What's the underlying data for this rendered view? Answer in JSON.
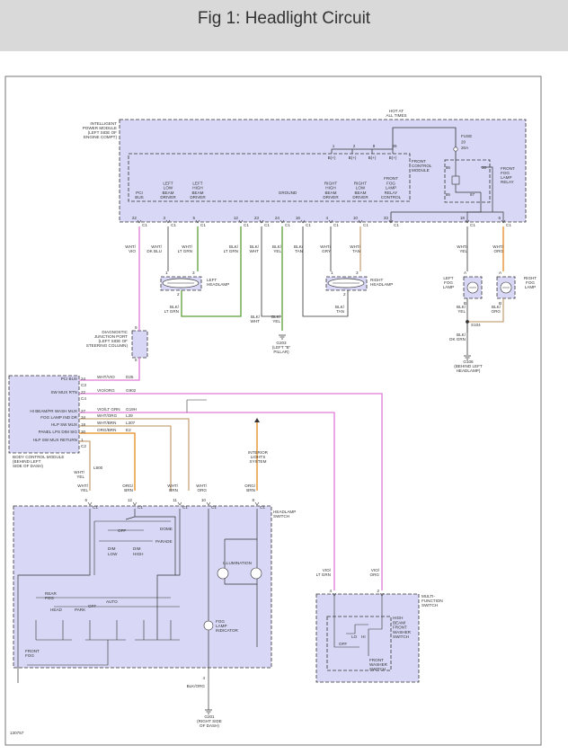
{
  "header": {
    "title": "Fig 1: Headlight Circuit"
  },
  "colors": {
    "header_bg": "#d9d9d9",
    "module_fill": "#d8d8f6",
    "wire_pink": "#e07ad8",
    "wire_green": "#5c9f3a",
    "wire_orange": "#e58a1f",
    "wire_tan": "#c8a37a",
    "wire_black": "#333333"
  },
  "modules": {
    "ipm": [
      "INTELLIGENT",
      "POWER MODULE",
      "(LEFT SIDE OF",
      "ENGINE COMPT)"
    ],
    "hot_at": [
      "HOT AT",
      "ALL TIMES"
    ],
    "front_control": [
      "FRONT",
      "CONTROL",
      "MODULE"
    ],
    "fuse": [
      "FUSE",
      "20",
      "20A"
    ],
    "front_fog_relay": [
      "FRONT",
      "FOG",
      "LAMP",
      "RELAY"
    ],
    "bcm": [
      "BODY CONTROL MODULE",
      "(BEHIND LEFT",
      "SIDE OF DASH)"
    ],
    "headlamp_switch": [
      "HEADLAMP",
      "SWITCH"
    ],
    "multifunction": [
      "MULTI-",
      "FUNCTION",
      "SWITCH"
    ],
    "hbfw": [
      "HIGH",
      "BEAM/",
      "FRONT",
      "WASHER",
      "SWITCH"
    ],
    "front_washer": [
      "FRONT",
      "WASHER",
      "SWITCH"
    ],
    "djp": [
      "DIAGNOSTIC",
      "JUNCTION PORT",
      "(LEFT SIDE OF",
      "STEERING COLUMN)"
    ],
    "interior": [
      "INTERIOR",
      "LIGHTS",
      "SYSTEM"
    ],
    "illumination": "ILLUMINATION",
    "fog_indicator": [
      "FOG",
      "LAMP",
      "INDICATOR"
    ]
  },
  "ipm_drivers": [
    [
      "PCI",
      "BUS"
    ],
    [
      "LEFT",
      "LOW",
      "BEAM",
      "DRIVER"
    ],
    [
      "LEFT",
      "HIGH",
      "BEAM",
      "DRIVER"
    ],
    [
      "GROUND"
    ],
    [
      "RIGHT",
      "HIGH",
      "BEAM",
      "DRIVER"
    ],
    [
      "RIGHT",
      "LOW",
      "BEAM",
      "DRIVER"
    ],
    [
      "FRONT",
      "FOG",
      "LAMP",
      "RELAY",
      "CONTROL"
    ]
  ],
  "b_pins": [
    "1",
    "2",
    "8",
    "26"
  ],
  "b_labels": [
    "B(+)",
    "B(+)",
    "B(+)",
    "B(+)"
  ],
  "ipm_pins": [
    "22",
    "3",
    "5",
    "12",
    "23",
    "24",
    "16",
    "4",
    "10",
    "33",
    "18",
    "6"
  ],
  "connector": "C1",
  "wires_top": [
    [
      "WHT/",
      "VIO"
    ],
    [
      "WHT/",
      "DK BLU"
    ],
    [
      "WHT/",
      "LT GRN"
    ],
    [
      "BLK/",
      "LT GRN"
    ],
    [
      "BLK/",
      "WHT"
    ],
    [
      "BLK/",
      "YEL"
    ],
    [
      "BLK/",
      "TAN"
    ],
    [
      "WHT/",
      "GRY"
    ],
    [
      "WHT/",
      "TAN"
    ],
    [
      "WHT/",
      "YEL"
    ],
    [
      "WHT/",
      "ORG"
    ]
  ],
  "left_headlamp": [
    "LEFT",
    "HEADLAMP"
  ],
  "right_headlamp": [
    "RIGHT",
    "HEADLAMP"
  ],
  "left_fog": [
    "LEFT",
    "FOG",
    "LAMP"
  ],
  "right_fog": [
    "RIGHT",
    "FOG",
    "LAMP"
  ],
  "grounds": {
    "g203": [
      "G203",
      "(LEFT \"B\"",
      "PILLAR)"
    ],
    "g106": [
      "G106",
      "(BEHIND LEFT",
      "HEADLAMP)"
    ],
    "g201": [
      "G201",
      "(RIGHT SIDE",
      "OF DASH)"
    ],
    "s104": "S104"
  },
  "ground_wires": {
    "lh_blk_ltgrn": [
      "BLK/",
      "LT GRN"
    ],
    "rh_blk_tan": [
      "BLK/",
      "TAN"
    ],
    "blk_wht": [
      "BLK/",
      "WHT"
    ],
    "blk_yel": [
      "BLK/",
      "YEL"
    ],
    "fog_blk_yel": [
      "BLK/",
      "YEL"
    ],
    "fog_blk_org": [
      "BLK/",
      "ORG"
    ],
    "blk_dkgrn": [
      "BLK/",
      "DK GRN"
    ],
    "blk_org": "BLK/ORG"
  },
  "bcm_lines": [
    {
      "label": "PCI BUS",
      "pin": "24",
      "wire": "WHT/VIO",
      "circuit": "D25"
    },
    {
      "label": "",
      "pin": "C3",
      "wire": "",
      "circuit": ""
    },
    {
      "label": "SW MUX RTN",
      "pin": "22",
      "wire": "VIO/ORG",
      "circuit": "G902"
    },
    {
      "label": "",
      "pin": "C4",
      "wire": "",
      "circuit": ""
    },
    {
      "label": "HI BEAM/FR WASH MUX",
      "pin": "27",
      "wire": "VIO/LT GRN",
      "circuit": "G19H"
    },
    {
      "label": "FOG LAMP IND DR",
      "pin": "34",
      "wire": "WHT/ORG",
      "circuit": "L39"
    },
    {
      "label": "HLP SW MUX",
      "pin": "18",
      "wire": "WHT/BRN",
      "circuit": "L307"
    },
    {
      "label": "PANEL LPS DIM SIG",
      "pin": "30",
      "wire": "ORG/BRN",
      "circuit": "E2"
    },
    {
      "label": "HLP SW MUX RETURN",
      "pin": "1",
      "wire": "",
      "circuit": ""
    }
  ],
  "bcm_extra": {
    "pin": "C2",
    "wire": [
      "WHT/",
      "YEL"
    ],
    "circuit": "L900"
  },
  "switch_pins": [
    "6",
    "12",
    "11",
    "10",
    "8"
  ],
  "switch_wires": [
    [
      "WHT/",
      "YEL"
    ],
    [
      "ORG/",
      "BRN"
    ],
    [
      "WHT/",
      "BRN"
    ],
    [
      "WHT/",
      "ORG"
    ],
    [
      "ORG/",
      "BRN"
    ]
  ],
  "switch_labels": {
    "off": "OFF",
    "dim": "DIM",
    "low": "LOW",
    "high": "HIGH",
    "dome": "DOME",
    "parade": "PARADE",
    "rear_fog": [
      "REAR",
      "FOG"
    ],
    "head": "HEAD",
    "park": "PARK",
    "auto": "AUTO",
    "front_fog": [
      "FRONT",
      "FOG"
    ],
    "mf_off": "OFF",
    "lo": "LO",
    "hi": "HI"
  },
  "mf_pins": [
    "4",
    "2"
  ],
  "mf_wires": [
    [
      "VIO/",
      "LT GRN"
    ],
    [
      "VIO/",
      "ORG"
    ]
  ],
  "switch_ground_pin": "4",
  "figure_id": "130757"
}
